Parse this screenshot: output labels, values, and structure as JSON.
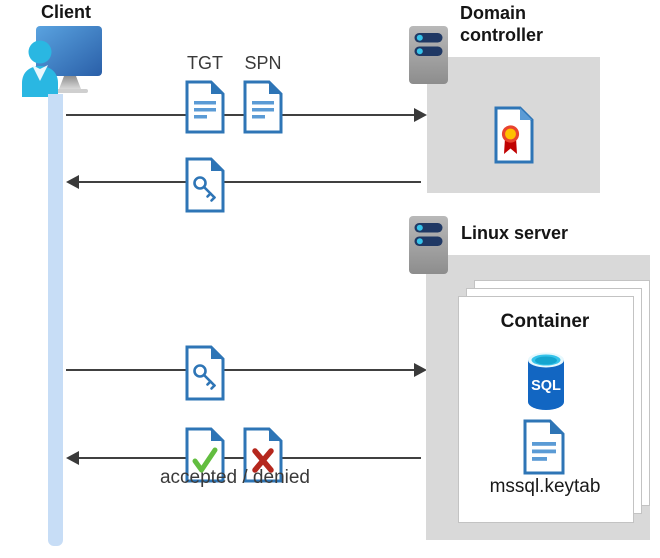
{
  "client": {
    "label": "Client"
  },
  "flows": {
    "tgt_label": "TGT",
    "spn_label": "SPN",
    "result_label": "accepted / denied"
  },
  "domain_controller": {
    "label": "Domain controller"
  },
  "linux_server": {
    "label": "Linux server"
  },
  "container": {
    "title": "Container",
    "sql_badge": "SQL",
    "keytab_file": "mssql.keytab"
  },
  "icons": {
    "client": "client-computer-user-icon",
    "server": "server-icon",
    "ticket_document": "document-icon",
    "key_ticket": "key-document-icon",
    "certificate": "certificate-icon",
    "accepted": "check-document-icon",
    "denied": "x-document-icon",
    "sql": "sql-database-icon",
    "keytab": "keytab-file-icon"
  },
  "colors": {
    "doc_blue": "#2e75b6",
    "doc_line_blue": "#5b9bd5",
    "accent_cyan": "#35c3ea",
    "box_gray": "#d9d9d9",
    "server_bar_navy": "#1f3864",
    "accepted_green": "#62bd3f",
    "denied_red": "#b5271d",
    "lifeline_blue": "#c7ddf6",
    "arrow_gray": "#404040",
    "sql_blue": "#1266c2",
    "cert_ribbon_red": "#c00202",
    "cert_seal_yellow": "#ffc000"
  }
}
